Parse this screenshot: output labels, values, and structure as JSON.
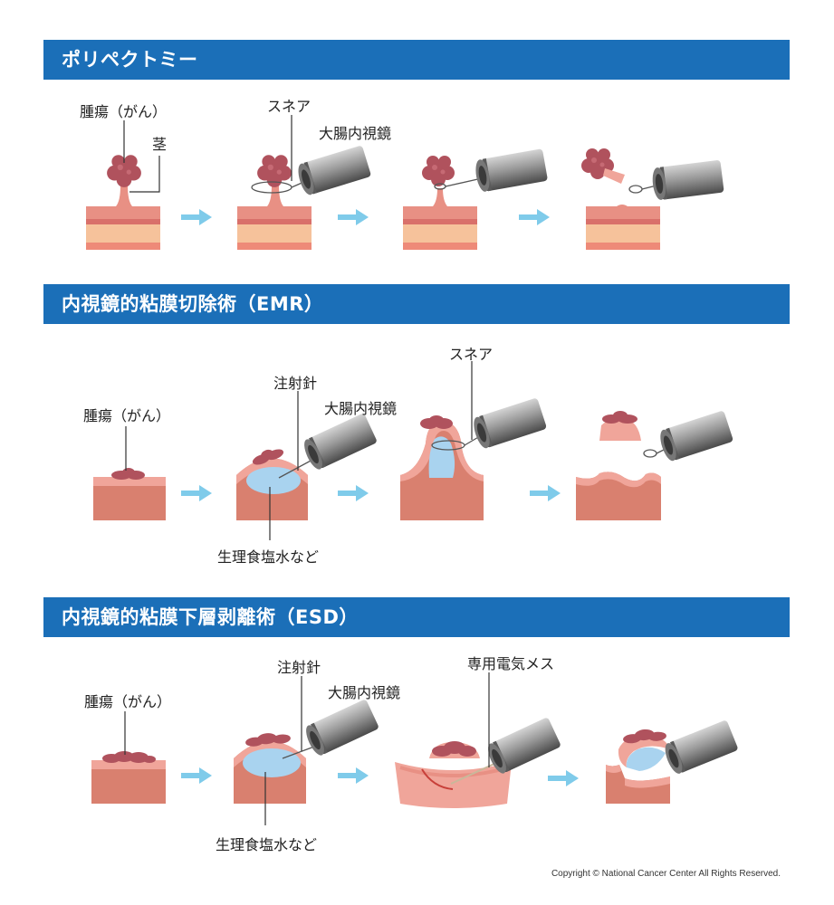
{
  "sections": {
    "polypectomy": {
      "title": "ポリペクトミー",
      "labels": {
        "tumor": "腫瘍（がん）",
        "stalk": "茎",
        "snare": "スネア",
        "scope": "大腸内視鏡"
      }
    },
    "emr": {
      "title": "内視鏡的粘膜切除術（EMR）",
      "labels": {
        "tumor": "腫瘍（がん）",
        "needle": "注射針",
        "scope": "大腸内視鏡",
        "snare": "スネア",
        "saline": "生理食塩水など"
      }
    },
    "esd": {
      "title": "内視鏡的粘膜下層剥離術（ESD）",
      "labels": {
        "tumor": "腫瘍（がん）",
        "needle": "注射針",
        "scope": "大腸内視鏡",
        "knife": "専用電気メス",
        "saline": "生理食塩水など"
      }
    }
  },
  "copyright": "Copyright © National Cancer Center All Rights Reserved.",
  "colors": {
    "banner": "#1b6fb8",
    "tumor": "#b0525d",
    "mucosa": "#f0a59a",
    "muscle": "#d9806f",
    "fat": "#f6c29b",
    "saline": "#a9d3ef",
    "arrow": "#7fcbea",
    "scope": "#8a8a8a"
  },
  "icons": [
    "endoscope-icon",
    "arrow-right-icon",
    "snare-loop-icon",
    "tumor-icon"
  ]
}
